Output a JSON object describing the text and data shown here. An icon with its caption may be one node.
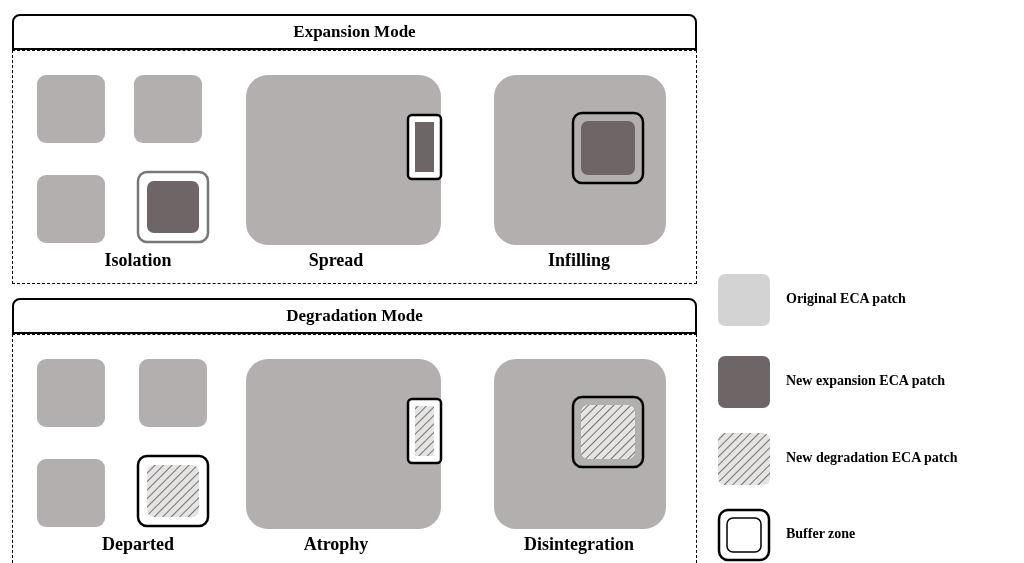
{
  "diagram": {
    "nodes": [
      {
        "text": [
          "Expansion Mode"
        ]
      },
      {
        "text": [
          "Degradation Mode"
        ]
      }
    ],
    "labels": [
      "Isolation",
      "Spread",
      "Infilling",
      "Departed",
      "Atrophy",
      "Disintegration"
    ],
    "legend": [
      {
        "text": "Original ECA patch",
        "color": "#d3d3d3"
      },
      {
        "text": "New expansion ECA patch",
        "color": "#6e6567"
      },
      {
        "text": "New degradation ECA patch"
      },
      {
        "text": "Buffer zone"
      }
    ]
  }
}
